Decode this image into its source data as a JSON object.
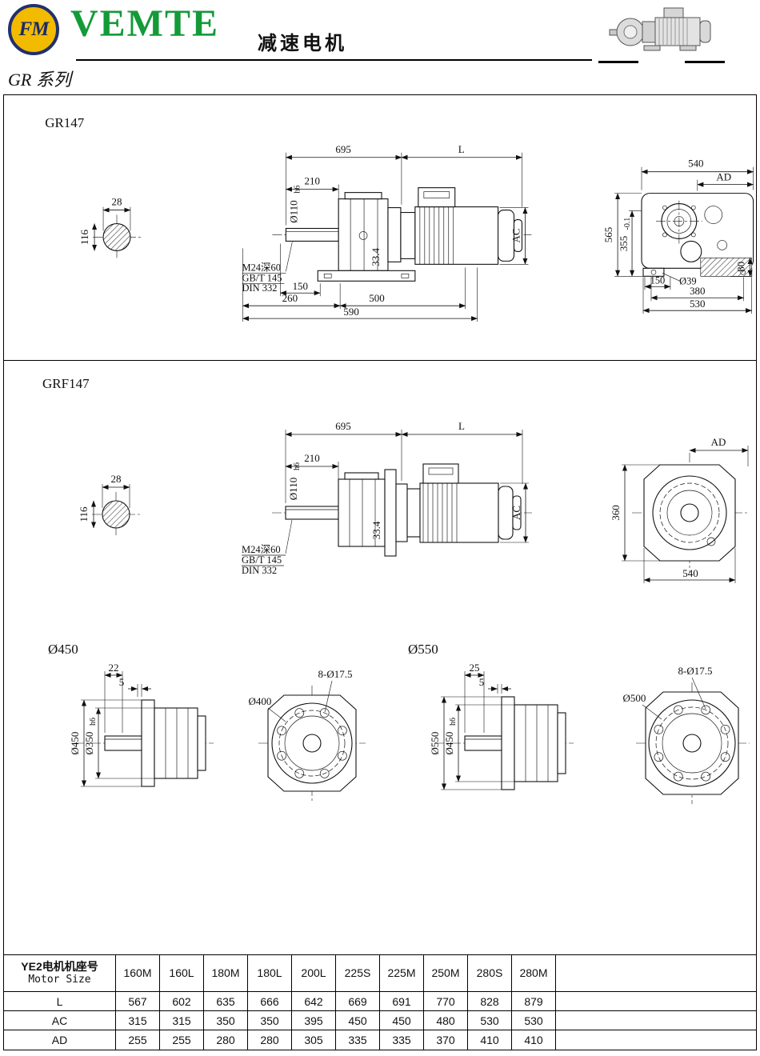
{
  "header": {
    "logo_text": "FM",
    "brand": "VEMTE",
    "doc_title": "减速电机",
    "series": "GR 系列"
  },
  "gr147": {
    "title": "GR147",
    "shaft_end": {
      "key_width": "28",
      "diameter": "116"
    },
    "side": {
      "len_total": "695",
      "len_motor": "L",
      "len_shaft": "210",
      "shaft_dia": "Ø110",
      "shaft_dia_tol": "h6",
      "thread_note1": "M24深60",
      "thread_note2": "GB/T 145",
      "thread_note3": "DIN 332",
      "key_top": "33.4",
      "motor_height": "AC",
      "dim_150": "150",
      "dim_260": "260",
      "dim_500": "500",
      "dim_590": "590"
    },
    "rear": {
      "width": "540",
      "ad": "AD",
      "height_total": "565",
      "height_main": "355",
      "height_tol": "-0.1",
      "foot_dim": "150",
      "hole_dia": "Ø39",
      "bolt_span": "380",
      "base_width": "530",
      "foot_height": "80"
    }
  },
  "grf147": {
    "title": "GRF147",
    "shaft_end": {
      "key_width": "28",
      "diameter": "116"
    },
    "side": {
      "len_total": "695",
      "len_motor": "L",
      "len_shaft": "210",
      "shaft_dia": "Ø110",
      "shaft_dia_tol": "h6",
      "thread_note1": "M24深60",
      "thread_note2": "GB/T 145",
      "thread_note3": "DIN 332",
      "key_top": "33.4",
      "motor_height": "AC"
    },
    "front": {
      "ad": "AD",
      "height": "360",
      "width": "540"
    }
  },
  "flange450": {
    "title": "Ø450",
    "side": {
      "cap_len": "22",
      "step": "5",
      "outer_dia": "Ø450",
      "spigot_dia": "Ø350",
      "spigot_tol": "h6"
    },
    "front": {
      "bolt_holes": "8-Ø17.5",
      "bolt_circle": "Ø400"
    }
  },
  "flange550": {
    "title": "Ø550",
    "side": {
      "cap_len": "25",
      "step": "5",
      "outer_dia": "Ø550",
      "spigot_dia": "Ø450",
      "spigot_tol": "h6"
    },
    "front": {
      "bolt_holes": "8-Ø17.5",
      "bolt_circle": "Ø500"
    }
  },
  "table": {
    "row_header_line1": "YE2电机机座号",
    "row_header_line2": "Motor Size",
    "columns": [
      "160M",
      "160L",
      "180M",
      "180L",
      "200L",
      "225S",
      "225M",
      "250M",
      "280S",
      "280M"
    ],
    "rows": [
      {
        "label": "L",
        "values": [
          "567",
          "602",
          "635",
          "666",
          "642",
          "669",
          "691",
          "770",
          "828",
          "879"
        ]
      },
      {
        "label": "AC",
        "values": [
          "315",
          "315",
          "350",
          "350",
          "395",
          "450",
          "450",
          "480",
          "530",
          "530"
        ]
      },
      {
        "label": "AD",
        "values": [
          "255",
          "255",
          "280",
          "280",
          "305",
          "335",
          "335",
          "370",
          "410",
          "410"
        ]
      }
    ]
  },
  "colors": {
    "brand_green": "#149a38",
    "logo_gold": "#f2bb00",
    "line": "#111111"
  }
}
